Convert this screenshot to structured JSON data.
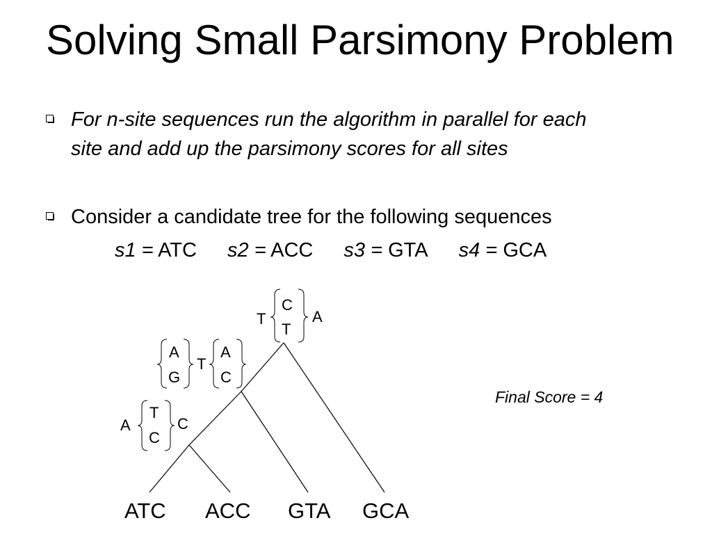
{
  "title": "Solving Small Parsimony Problem",
  "bullets": [
    {
      "line1": "For n-site sequences run the algorithm in parallel for each",
      "line2": "site and add up the parsimony scores for all sites"
    },
    {
      "line1": "Consider a candidate tree for the following sequences"
    }
  ],
  "sequences": [
    {
      "label": "s1 =",
      "value": "ATC"
    },
    {
      "label": "s2 =",
      "value": "ACC"
    },
    {
      "label": "s3 =",
      "value": "GTA"
    },
    {
      "label": "s4 =",
      "value": "GCA"
    }
  ],
  "tree": {
    "leaves": [
      "ATC",
      "ACC",
      "GTA",
      "GCA"
    ],
    "root": {
      "site1": "T",
      "site2_top": "C",
      "site2_bottom": "T",
      "site3": "A"
    },
    "node_mid": {
      "site1_top": "A",
      "site1_bottom": "G",
      "site2": "T",
      "site3_top": "A",
      "site3_bottom": "C"
    },
    "node_low": {
      "site1": "A",
      "site2_top": "T",
      "site2_bottom": "C",
      "site3": "C"
    }
  },
  "final_score": "Final Score = 4"
}
